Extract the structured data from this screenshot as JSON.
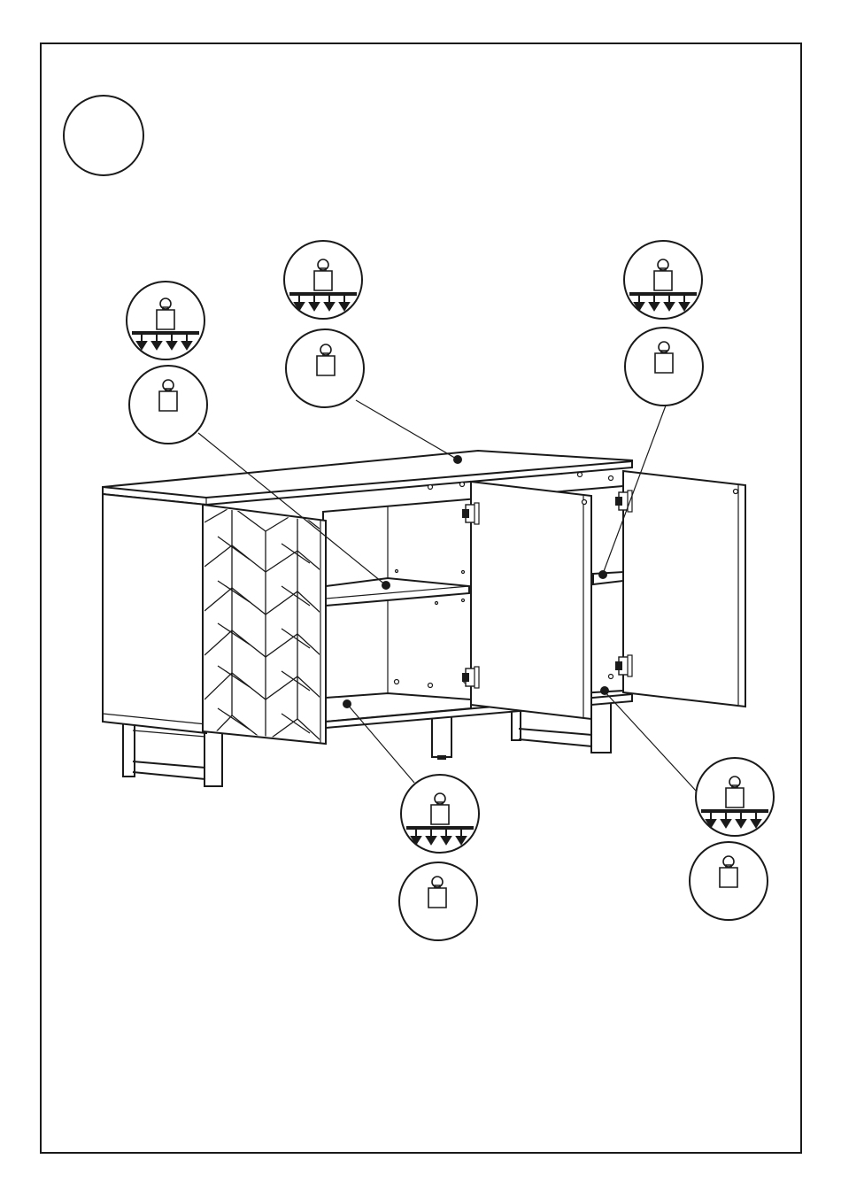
{
  "page": {
    "step_number": "",
    "border_color": "#1a1a1a",
    "background": "#ffffff"
  },
  "illustration": {
    "subject": "sideboard-cabinet-three-doors-open",
    "door_pattern": "herringbone"
  },
  "callouts": [
    {
      "target": "top-panel",
      "icons": [
        "weight-load-icon",
        "weight-icon"
      ]
    },
    {
      "target": "left-shelf",
      "icons": [
        "weight-load-icon",
        "weight-icon"
      ]
    },
    {
      "target": "right-shelf",
      "icons": [
        "weight-load-icon",
        "weight-icon"
      ]
    },
    {
      "target": "left-bottom",
      "icons": [
        "weight-load-icon",
        "weight-icon"
      ]
    },
    {
      "target": "right-bottom",
      "icons": [
        "weight-load-icon",
        "weight-icon"
      ]
    }
  ]
}
